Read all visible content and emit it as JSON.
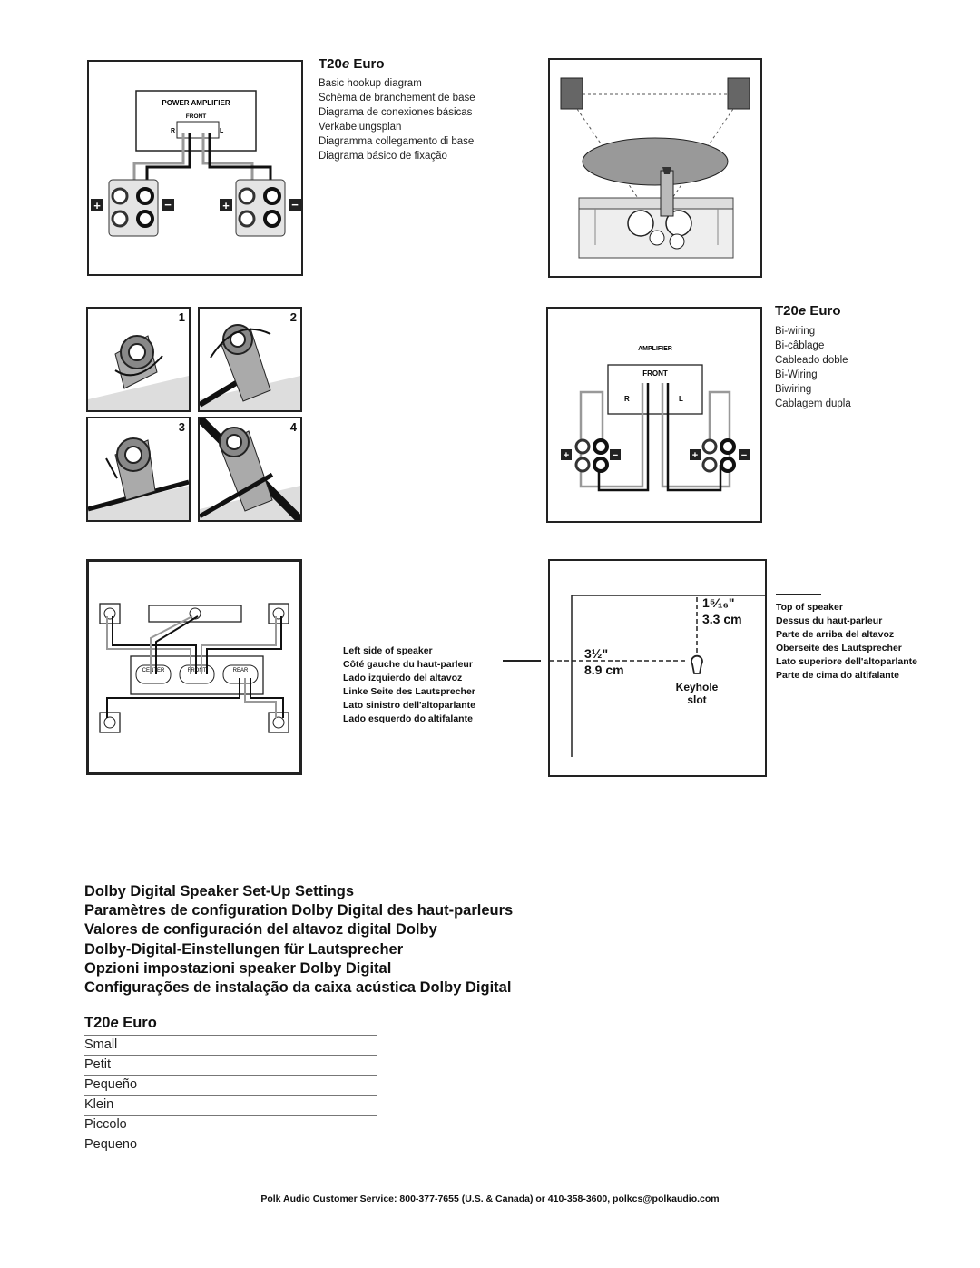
{
  "hookup": {
    "model": "T20",
    "model_suffix": "e",
    "model_rest": " Euro",
    "amp_label": "POWER AMPLIFIER",
    "front_label": "FRONT",
    "captions": [
      "Basic hookup diagram",
      "Schéma de branchement de base",
      "Diagrama de conexiones básicas",
      "Verkabelungsplan",
      "Diagramma collegamento di base",
      "Diagrama básico de fixação"
    ]
  },
  "steps": [
    "1",
    "2",
    "3",
    "4"
  ],
  "biwiring": {
    "model": "T20",
    "model_suffix": "e",
    "model_rest": " Euro",
    "amp_label": "AMPLIFIER",
    "front_label": "FRONT",
    "captions": [
      "Bi-wiring",
      "Bi-câblage",
      "Cableado doble",
      "Bi-Wiring",
      "Biwiring",
      "Cablagem dupla"
    ]
  },
  "surround": {
    "center_label": "CENTER",
    "front_label": "FRONT",
    "rear_label": "REAR"
  },
  "mounting": {
    "left_side": [
      "Left side of speaker",
      "Côté gauche du haut-parleur",
      "Lado izquierdo del altavoz",
      "Linke Seite des Lautsprecher",
      "Lato sinistro dell'altoparlante",
      "Lado esquerdo do altifalante"
    ],
    "top_side": [
      "Top of speaker",
      "Dessus du haut-parleur",
      "Parte de arriba del altavoz",
      "Oberseite des Lautsprecher",
      "Lato superiore dell'altoparlante",
      "Parte de cima do altifalante"
    ],
    "top_in": "1⁵⁄₁₆\"",
    "top_cm": "3.3 cm",
    "side_in": "3½\"",
    "side_cm": "8.9 cm",
    "keyhole_1": "Keyhole",
    "keyhole_2": "slot"
  },
  "dolby": {
    "headings": [
      "Dolby Digital Speaker Set-Up Settings",
      "Paramètres de configuration Dolby Digital des haut-parleurs",
      "Valores de configuración del altavoz digital Dolby",
      "Dolby-Digital-Einstellungen für Lautsprecher",
      "Opzioni impostazioni speaker Dolby Digital",
      "Configurações de instalação da caixa acústica Dolby Digital"
    ],
    "model": "T20",
    "model_suffix": "e",
    "model_rest": " Euro",
    "settings": [
      "Small",
      "Petit",
      "Pequeño",
      "Klein",
      "Piccolo",
      "Pequeno"
    ]
  },
  "footer": "Polk Audio Customer Service: 800-377-7655 (U.S. & Canada) or 410-358-3600, polkcs@polkaudio.com"
}
